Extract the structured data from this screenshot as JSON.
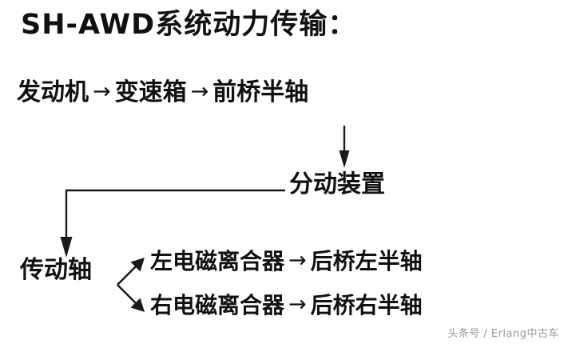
{
  "diagram": {
    "title": "SH-AWD系统动力传输：",
    "arrow_glyph": "→",
    "flow_row": {
      "node1": "发动机",
      "node2": "变速箱",
      "node3": "前桥半轴"
    },
    "transfer_node": "分动装置",
    "driveshaft_node": "传动轴",
    "branches": [
      {
        "clutch": "左电磁离合器",
        "output": "后桥左半轴"
      },
      {
        "clutch": "右电磁离合器",
        "output": "后桥右半轴"
      }
    ],
    "colors": {
      "background": "#ffffff",
      "text": "#111111",
      "connector": "#1a1a1a",
      "watermark": "#9a9a9a"
    }
  },
  "watermark": {
    "text": "头条号 / Erlang中古车"
  }
}
